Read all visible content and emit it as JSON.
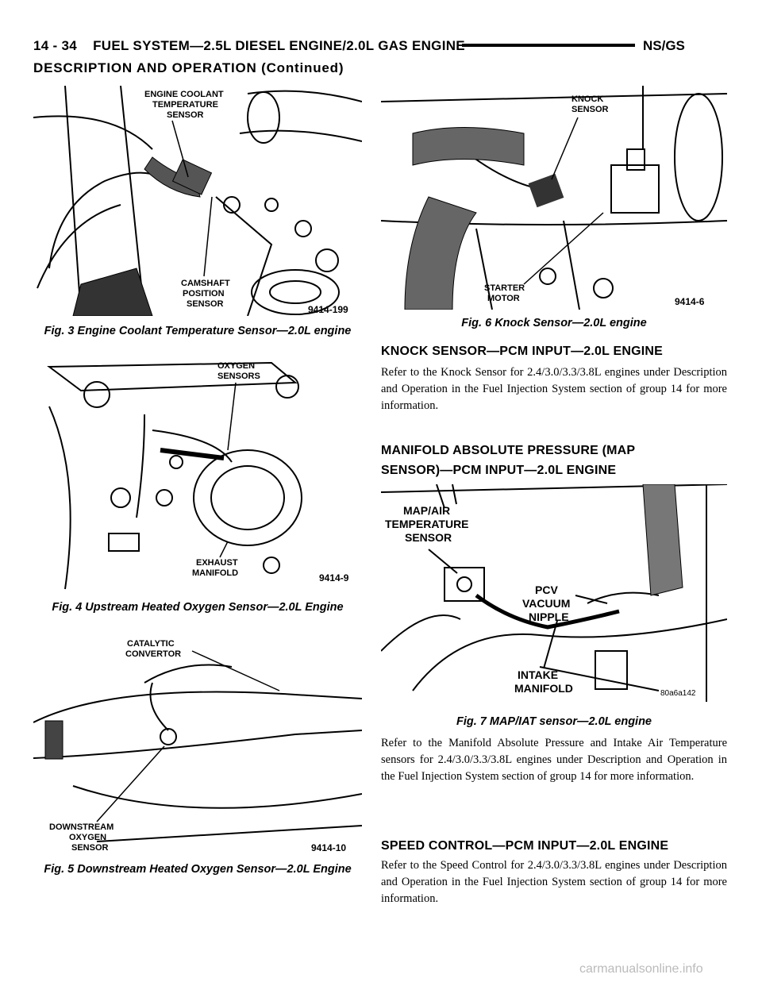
{
  "header": {
    "page_number": "14 - 34",
    "title": "FUEL SYSTEM—2.5L DIESEL ENGINE/2.0L GAS ENGINE",
    "manual_code": "NS/GS",
    "section": "DESCRIPTION AND OPERATION (Continued)"
  },
  "figures": {
    "fig3": {
      "caption": "Fig. 3 Engine Coolant Temperature Sensor—2.0L engine",
      "label_ect": [
        "ENGINE COOLANT",
        "TEMPERATURE",
        "SENSOR"
      ],
      "label_cmp": [
        "CAMSHAFT",
        "POSITION",
        "SENSOR"
      ],
      "figure_number": "9414-199"
    },
    "fig4": {
      "caption": "Fig. 4 Upstream Heated Oxygen Sensor—2.0L Engine",
      "label_o2": [
        "OXYGEN",
        "SENSORS"
      ],
      "label_exhaust": [
        "EXHAUST",
        "MANIFOLD"
      ],
      "figure_number": "9414-9"
    },
    "fig5": {
      "caption": "Fig. 5 Downstream Heated Oxygen Sensor—2.0L Engine",
      "label_cat": [
        "CATALYTIC",
        "CONVERTOR"
      ],
      "label_down": [
        "DOWNSTREAM",
        "OXYGEN",
        "SENSOR"
      ],
      "figure_number": "9414-10"
    },
    "fig6": {
      "caption": "Fig. 6 Knock Sensor—2.0L engine",
      "label_knock": [
        "KNOCK",
        "SENSOR"
      ],
      "label_starter": [
        "STARTER",
        "MOTOR"
      ],
      "figure_number": "9414-6"
    },
    "fig7": {
      "caption": "Fig. 7 MAP/IAT sensor—2.0L engine",
      "label_map": [
        "MAP/AIR",
        "TEMPERATURE",
        "SENSOR"
      ],
      "label_pcv": [
        "PCV",
        "VACUUM",
        "NIPPLE"
      ],
      "label_intake": [
        "INTAKE",
        "MANIFOLD"
      ],
      "figure_number": "80a6a142"
    }
  },
  "sections": {
    "knock": {
      "heading": "KNOCK SENSOR—PCM INPUT—2.0L ENGINE",
      "body": "Refer to the Knock Sensor for 2.4/3.0/3.3/3.8L engines under Description and Operation in the Fuel Injection System section of group 14 for more information."
    },
    "map": {
      "heading_line1": "MANIFOLD ABSOLUTE PRESSURE (MAP",
      "heading_line2": "SENSOR)—PCM INPUT—2.0L ENGINE",
      "body": "Refer to the Manifold Absolute Pressure and Intake Air Temperature sensors for 2.4/3.0/3.3/3.8L engines under Description and Operation in the Fuel Injection System section of group 14 for more information."
    },
    "speed": {
      "heading": "SPEED CONTROL—PCM INPUT—2.0L ENGINE",
      "body": "Refer to the Speed Control for 2.4/3.0/3.3/3.8L engines under Description and Operation in the Fuel Injection System section of group 14 for more information."
    }
  },
  "watermark": "carmanualsonline.info"
}
